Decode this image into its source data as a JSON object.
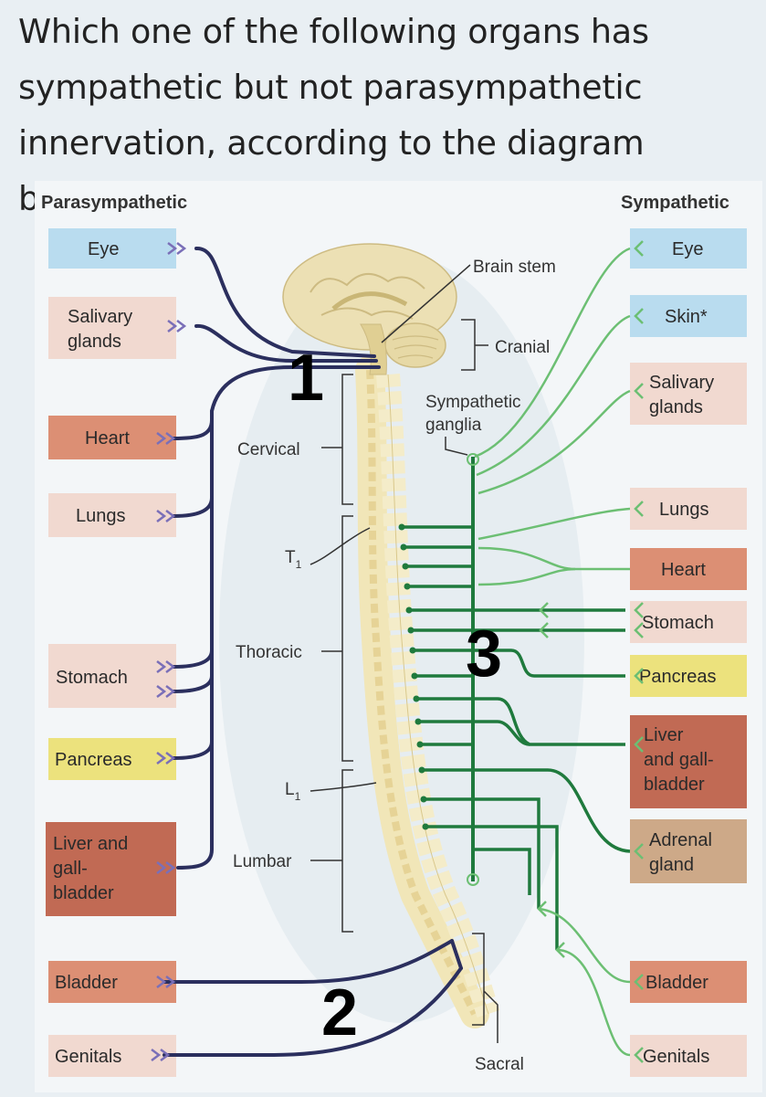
{
  "question": {
    "line1": "Which one of the following organs has",
    "line2": "sympathetic but not parasympathetic",
    "line3": "innervation, according to the diagram below?"
  },
  "headers": {
    "left": "Parasympathetic",
    "right": "Sympathetic"
  },
  "parasympathetic": {
    "eye": "Eye",
    "salivary_1": "Salivary",
    "salivary_2": "glands",
    "heart": "Heart",
    "lungs": "Lungs",
    "stomach": "Stomach",
    "pancreas": "Pancreas",
    "liver_1": "Liver and",
    "liver_2": "gall-",
    "liver_3": "bladder",
    "bladder": "Bladder",
    "genitals": "Genitals"
  },
  "sympathetic": {
    "eye": "Eye",
    "skin": "Skin*",
    "salivary_1": "Salivary",
    "salivary_2": "glands",
    "lungs": "Lungs",
    "heart": "Heart",
    "stomach": "Stomach",
    "pancreas": "Pancreas",
    "liver_1": "Liver",
    "liver_2": "and gall-",
    "liver_3": "bladder",
    "adrenal_1": "Adrenal",
    "adrenal_2": "gland",
    "bladder": "Bladder",
    "genitals": "Genitals"
  },
  "anatomy": {
    "brain_stem": "Brain stem",
    "cranial": "Cranial",
    "ganglia_1": "Sympathetic",
    "ganglia_2": "ganglia",
    "cervical": "Cervical",
    "t1": "T",
    "t1_sub": "1",
    "thoracic": "Thoracic",
    "l1": "L",
    "l1_sub": "1",
    "lumbar": "Lumbar",
    "sacral": "Sacral"
  },
  "markers": {
    "m1": "1",
    "m2": "2",
    "m3": "3"
  },
  "colors": {
    "blue_box": "#b9dcef",
    "pink_box": "#f1d9d0",
    "orange_box": "#dc8f74",
    "yellow_box": "#ece27d",
    "brown_box": "#c16a54",
    "tan_box": "#cda988",
    "para_nerve": "#2b2f5e",
    "symp_pre": "#1f7a3d",
    "symp_post": "#6cbf73",
    "spine": "#f1e6b8"
  }
}
